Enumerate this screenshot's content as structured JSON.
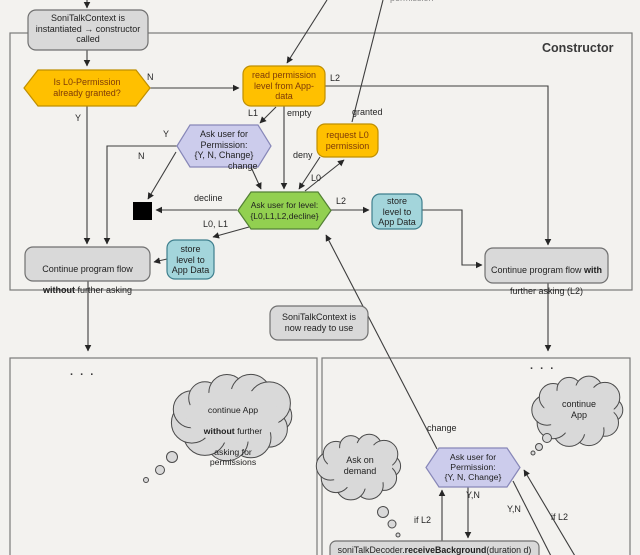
{
  "colors": {
    "orange": "#FFC000",
    "orange_border": "#BF8F00",
    "orange_text": "#7E3A08",
    "green": "#92D050",
    "green_border": "#538135",
    "purple": "#CCCCEC",
    "purple_border": "#8787B8",
    "teal": "#A3D5DB",
    "teal_border": "#3E7F8D",
    "gray_fill": "#D9D9D9",
    "gray_border": "#707070"
  },
  "labels": {
    "constructor_title": "Constructor",
    "top_cut": "permission",
    "ellipsis_left": ". . .",
    "ellipsis_right": ". . ."
  },
  "nodes": {
    "start": "SoniTalkContext is\ninstantiated → constructor\ncalled",
    "is_l0": "Is L0-Permission\nalready granted?",
    "read_perm": "read permission\nlevel from App-\ndata",
    "ask_perm_ctor": "Ask user for\nPermission:\n{Y, N, Change}",
    "request_l0": "request L0\npermission",
    "ask_level": "Ask user for level:\n{L0,L1,L2,decline}",
    "store_left": "store\nlevel to\nApp Data",
    "store_right": "store\nlevel to\nApp Data",
    "continue_without": {
      "line1": "Continue program flow",
      "bold": "without",
      "rest": " further asking"
    },
    "continue_with": {
      "line1_pre": "Continue program flow ",
      "line1_bold": "with",
      "line2": "further asking (L2)"
    },
    "ready": "SoniTalkContext is\nnow ready to use",
    "decoder": {
      "pre": "soniTalkDecoder.",
      "bold": "receiveBackground",
      "post": "(duration d)"
    },
    "cloud_without": {
      "line1": "continue App",
      "bold": "without",
      "rest": " further",
      "line34": "asking for\npermissions"
    },
    "cloud_app": "continue\nApp",
    "cloud_demand": "Ask on\ndemand",
    "ask_perm_demand": "Ask user for\nPermission:\n{Y, N, Change}"
  },
  "edge_labels": {
    "n1": "N",
    "y1": "Y",
    "l2_top": "L2",
    "l1": "L1",
    "empty": "empty",
    "granted": "granted",
    "y2": "Y",
    "n2": "N",
    "change1": "change",
    "deny": "deny",
    "l0": "L0",
    "decline": "decline",
    "l2_mid": "L2",
    "l0l1": "L0, L1",
    "change2": "change",
    "yn1": "Y,N",
    "yn2": "Y,N",
    "ifl2_1": "if L2",
    "ifl2_2": "if L2"
  }
}
